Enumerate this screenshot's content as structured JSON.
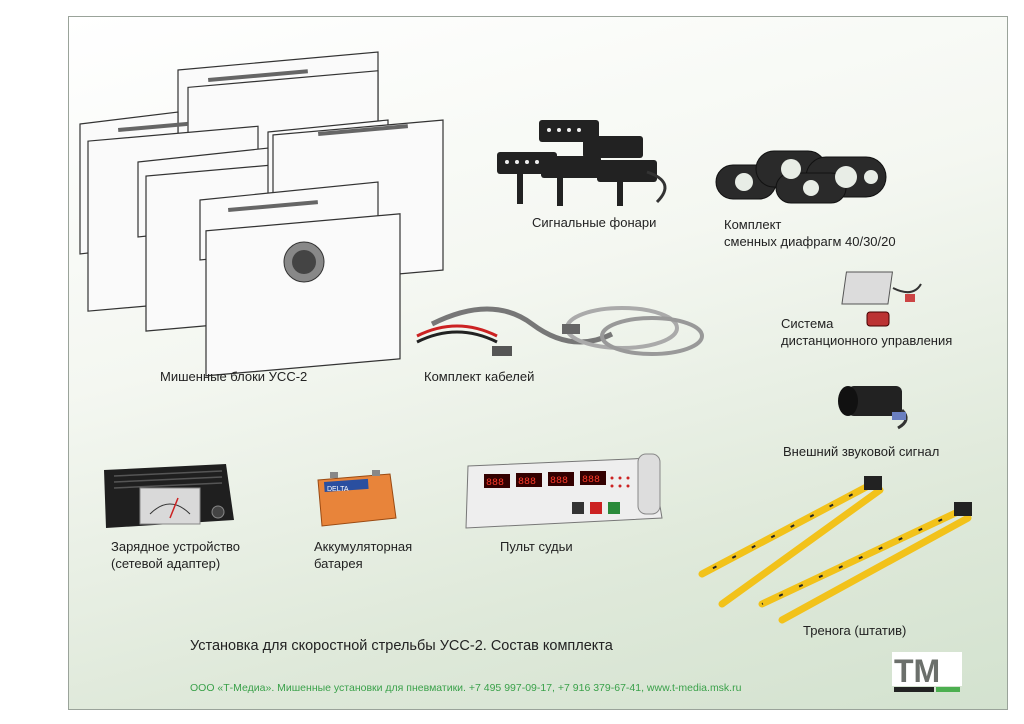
{
  "items": {
    "target_blocks": "Мишенные блоки УСС-2",
    "signal_lights": "Сигнальные фонари",
    "diaphragm_line1": "Комплект",
    "diaphragm_line2": "сменных диафрагм 40/30/20",
    "cables": "Комплект кабелей",
    "remote_line1": "Система",
    "remote_line2": "дистанционного управления",
    "buzzer": "Внешний звуковой сигнал",
    "charger_line1": "Зарядное устройство",
    "charger_line2": "(сетевой адаптер)",
    "battery_line1": "Аккумуляторная",
    "battery_line2": "батарея",
    "judge_panel": "Пульт судьи",
    "tripod": "Тренога (штатив)"
  },
  "title": "Установка для скоростной стрельбы УСС-2. Состав комплекта",
  "footer": "ООО «Т-Медиа». Мишенные установки для пневматики. +7 495 997-09-17, +7 916 379-67-41, www.t-media.msk.ru",
  "logo_text": "ТМ",
  "panel_display": [
    "888",
    "888",
    "888",
    "888"
  ],
  "battery_brand": "DELTA",
  "colors": {
    "footer_green": "#3aa14a",
    "tripod_yellow": "#f2c21a",
    "logo_gray": "#6b6f6b",
    "logo_green": "#4caf50"
  }
}
